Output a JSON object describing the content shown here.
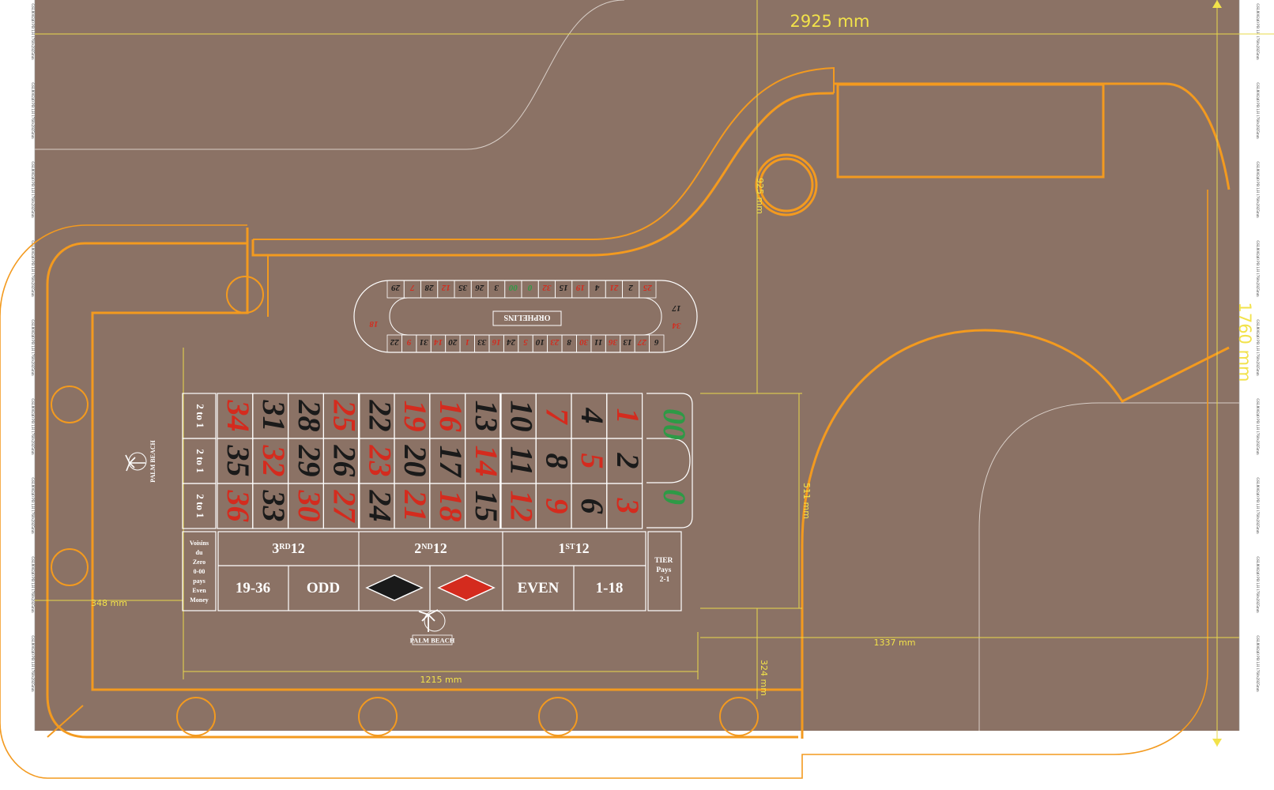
{
  "dimensions": {
    "width_top": "2925 mm",
    "height_right": "1760 mm",
    "wheel_offset": "925 mm",
    "layout_height": "511 mm",
    "left_margin": "348 mm",
    "layout_width": "1215 mm",
    "bottom_offset": "324 mm",
    "right_span": "1337 mm"
  },
  "strip_label": "GSL800240 PB LH 1760x2925mm",
  "logo_text": "PALM BEACH",
  "racetrack": {
    "center_label": "ORPHELINS",
    "top_row": [
      "6",
      "27",
      "13",
      "36",
      "11",
      "30",
      "8",
      "23",
      "10",
      "5",
      "24",
      "16",
      "33",
      "1",
      "20",
      "14",
      "31",
      "9",
      "22"
    ],
    "top_row_colors": [
      "b",
      "r",
      "b",
      "r",
      "b",
      "r",
      "b",
      "r",
      "b",
      "r",
      "b",
      "r",
      "b",
      "r",
      "b",
      "r",
      "b",
      "r",
      "b"
    ],
    "bottom_row": [
      "25",
      "2",
      "21",
      "4",
      "19",
      "15",
      "32",
      "0",
      "00",
      "3",
      "26",
      "35",
      "12",
      "28",
      "7",
      "29"
    ],
    "bottom_row_colors": [
      "r",
      "b",
      "r",
      "b",
      "r",
      "b",
      "r",
      "g",
      "g",
      "b",
      "b",
      "b",
      "r",
      "b",
      "r",
      "b"
    ],
    "left_end": [
      "34",
      "17"
    ],
    "right_end": [
      "18"
    ]
  },
  "grid": {
    "columns_bet": [
      "2 to 1",
      "2 to 1",
      "2 to 1"
    ],
    "rows": [
      [
        {
          "n": "34",
          "c": "r"
        },
        {
          "n": "31",
          "c": "b"
        },
        {
          "n": "28",
          "c": "b"
        },
        {
          "n": "25",
          "c": "r"
        },
        {
          "n": "22",
          "c": "b"
        },
        {
          "n": "19",
          "c": "r"
        },
        {
          "n": "16",
          "c": "r"
        },
        {
          "n": "13",
          "c": "b"
        },
        {
          "n": "10",
          "c": "b"
        },
        {
          "n": "7",
          "c": "r"
        },
        {
          "n": "4",
          "c": "b"
        },
        {
          "n": "1",
          "c": "r"
        }
      ],
      [
        {
          "n": "35",
          "c": "b"
        },
        {
          "n": "32",
          "c": "r"
        },
        {
          "n": "29",
          "c": "b"
        },
        {
          "n": "26",
          "c": "b"
        },
        {
          "n": "23",
          "c": "r"
        },
        {
          "n": "20",
          "c": "b"
        },
        {
          "n": "17",
          "c": "b"
        },
        {
          "n": "14",
          "c": "r"
        },
        {
          "n": "11",
          "c": "b"
        },
        {
          "n": "8",
          "c": "b"
        },
        {
          "n": "5",
          "c": "r"
        },
        {
          "n": "2",
          "c": "b"
        }
      ],
      [
        {
          "n": "36",
          "c": "r"
        },
        {
          "n": "33",
          "c": "b"
        },
        {
          "n": "30",
          "c": "r"
        },
        {
          "n": "27",
          "c": "r"
        },
        {
          "n": "24",
          "c": "b"
        },
        {
          "n": "21",
          "c": "r"
        },
        {
          "n": "18",
          "c": "r"
        },
        {
          "n": "15",
          "c": "b"
        },
        {
          "n": "12",
          "c": "r"
        },
        {
          "n": "9",
          "c": "r"
        },
        {
          "n": "6",
          "c": "b"
        },
        {
          "n": "3",
          "c": "r"
        }
      ]
    ],
    "zeros": [
      "00",
      "0"
    ],
    "dozens": [
      {
        "main": "3",
        "sup": "RD",
        "tail": "12"
      },
      {
        "main": "2",
        "sup": "ND",
        "tail": "12"
      },
      {
        "main": "1",
        "sup": "ST",
        "tail": "12"
      }
    ],
    "outside": [
      "19-36",
      "ODD",
      "",
      "",
      "EVEN",
      "1-18"
    ],
    "voisins": [
      "Voisins",
      "du",
      "Zero",
      "0-00",
      "pays",
      "Even",
      "Money"
    ],
    "tier": [
      "TIER",
      "Pays",
      "2-1"
    ]
  },
  "colors": {
    "felt": "#8b7265",
    "outline": "#f39a1f",
    "red": "#d42b1e",
    "black": "#1a1a1a",
    "green": "#2e9a46",
    "dimension": "#f2e24a"
  }
}
